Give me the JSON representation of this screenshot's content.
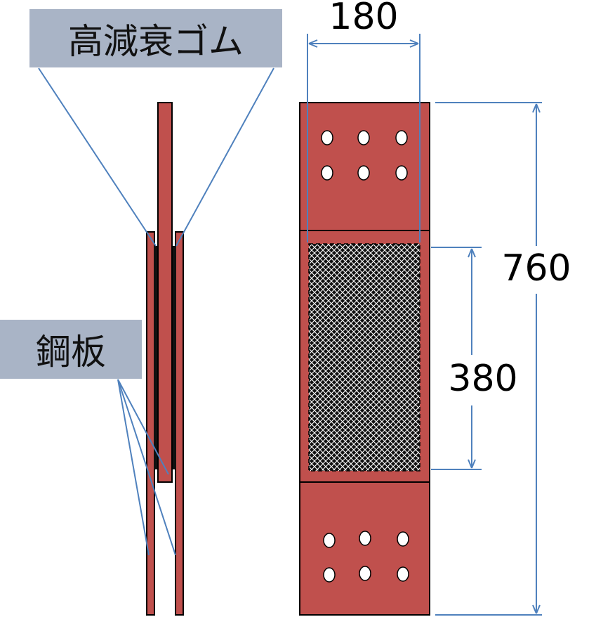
{
  "labels": {
    "rubber": "高減衰ゴム",
    "steel": "鋼板"
  },
  "dimensions": {
    "width": "180",
    "height_total": "760",
    "height_rubber": "380"
  },
  "colors": {
    "steel_red": "#c0504d",
    "label_bg": "#a9b4c6",
    "leader_blue": "#4f81bd",
    "dim_blue": "#4f81bd"
  }
}
